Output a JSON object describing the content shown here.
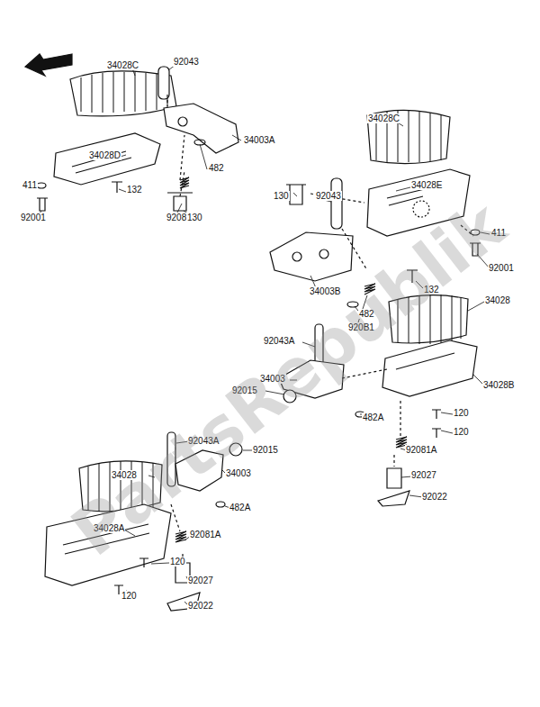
{
  "diagram": {
    "labels": [
      "34028C",
      "92043",
      "34003A",
      "34028D",
      "482",
      "411",
      "132",
      "92081",
      "130",
      "92001",
      "34028C",
      "34028E",
      "411",
      "92001",
      "130",
      "92043",
      "132",
      "34003B",
      "482",
      "920B1",
      "34028",
      "92043A",
      "34003",
      "34028B",
      "92015",
      "482A",
      "120",
      "120",
      "92081A",
      "92027",
      "92022",
      "92043A",
      "92015",
      "34003",
      "34028",
      "482A",
      "34028A",
      "92081A",
      "120",
      "92027",
      "120",
      "92022",
      "PartsRepublik"
    ]
  }
}
